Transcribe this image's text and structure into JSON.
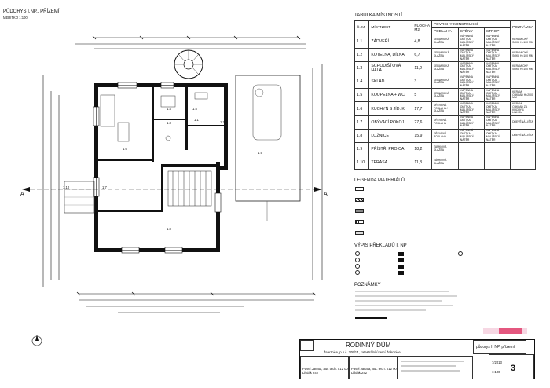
{
  "plan": {
    "title": "PŮDORYS I.NP., PŘÍZEMÍ",
    "scale": "MĚŘÍTKO 1:100",
    "rooms": [
      {
        "id": "1.1",
        "area": ""
      },
      {
        "id": "1.2",
        "area": ""
      },
      {
        "id": "1.3",
        "area": ""
      },
      {
        "id": "1.4",
        "area": ""
      },
      {
        "id": "1.5",
        "area": ""
      },
      {
        "id": "1.6",
        "area": ""
      },
      {
        "id": "1.7",
        "area": ""
      },
      {
        "id": "1.8",
        "area": ""
      },
      {
        "id": "1.9",
        "area": ""
      },
      {
        "id": "1.10",
        "area": ""
      }
    ],
    "section_mark": "A"
  },
  "room_table": {
    "title": "TABULKA MÍSTNOSTÍ",
    "headers": {
      "num": "Č. M.",
      "name": "MÍSTNOST",
      "area": "PLOCHA M2",
      "surfaces": "POVRCHY KONSTRUKCÍ",
      "floor": "PODLAHA",
      "walls": "STĚNY",
      "ceiling": "STROP",
      "note": "POZNÁMKA"
    },
    "rows": [
      {
        "num": "1.1",
        "name": "ZÁDVEŘÍ",
        "area": "4,8",
        "floor": "KERAMICKÁ DLAŽBA",
        "walls": "VÁPENNÁ OMÍTKA MALÍŘSKÝ NÁTĚR",
        "ceiling": "VÁPENNÁ OMÍTKA MALÍŘSKÝ NÁTĚR",
        "note": "KERAMICKÝ SOKL H=100 MM"
      },
      {
        "num": "1.2",
        "name": "KOTELNA, DÍLNA",
        "area": "6,7",
        "floor": "KERAMICKÁ DLAŽBA",
        "walls": "VÁPENNÁ OMÍTKA MALÍŘSKÝ NÁTĚR",
        "ceiling": "VÁPENNÁ OMÍTKA MALÍŘSKÝ NÁTĚR",
        "note": "KERAMICKÝ SOKL H=100 MM"
      },
      {
        "num": "1.3",
        "name": "SCHODIŠŤOVÁ HALA",
        "area": "11,2",
        "floor": "KERAMICKÁ DLAŽBA",
        "walls": "VÁPENNÁ OMÍTKA MALÍŘSKÝ NÁTĚR",
        "ceiling": "VÁPENNÁ OMÍTKA MALÍŘSKÝ NÁTĚR",
        "note": "KERAMICKÝ SOKL H=100 MM"
      },
      {
        "num": "1.4",
        "name": "SKLAD",
        "area": "3",
        "floor": "KERAMICKÁ DLAŽBA",
        "walls": "VÁPENNÁ OMÍTKA MALÍŘSKÝ NÁTĚR",
        "ceiling": "VÁPENNÁ OMÍTKA MALÍŘSKÝ NÁTĚR",
        "note": ""
      },
      {
        "num": "1.5",
        "name": "KOUPELNA + WC",
        "area": "5",
        "floor": "KERAMICKÁ DLAŽBA",
        "walls": "VÁPENNÁ OMÍTKA MALÍŘSKÝ NÁTĚR",
        "ceiling": "VÁPENNÁ OMÍTKA MALÍŘSKÝ NÁTĚR",
        "note": "KERAM. OBKLAD H=2000 MM"
      },
      {
        "num": "1.6",
        "name": "KUCHYŇ S JÍD. K.",
        "area": "17,7",
        "floor": "DŘEVĚNÁ PODLAHA / DLAŽBA",
        "walls": "VÁPENNÁ OMÍTKA MALÍŘSKÝ NÁTĚR",
        "ceiling": "VÁPENNÁ OMÍTKA MALÍŘSKÝ NÁTĚR",
        "note": "KERAM. OBKLAD ZA KUCHYŇ. LINKOU"
      },
      {
        "num": "1.7",
        "name": "OBÝVACÍ POKOJ",
        "area": "27,6",
        "floor": "DŘEVĚNÁ PODLAHA",
        "walls": "VÁPENNÁ OMÍTKA MALÍŘSKÝ NÁTĚR",
        "ceiling": "VÁPENNÁ OMÍTKA MALÍŘSKÝ NÁTĚR",
        "note": "DŘEVĚNÁ LIŠTA"
      },
      {
        "num": "1.8",
        "name": "LOŽNICE",
        "area": "15,9",
        "floor": "DŘEVĚNÁ PODLAHA",
        "walls": "VÁPENNÁ OMÍTKA MALÍŘSKÝ NÁTĚR",
        "ceiling": "VÁPENNÁ OMÍTKA MALÍŘSKÝ NÁTĚR",
        "note": "DŘEVĚNÁ LIŠTA"
      },
      {
        "num": "1.9",
        "name": "PŘÍSTŘ. PRO OA",
        "area": "18,2",
        "floor": "ZÁMKOVÁ DLAŽBA",
        "walls": "",
        "ceiling": "",
        "note": ""
      },
      {
        "num": "1.10",
        "name": "TERASA",
        "area": "11,3",
        "floor": "ZÁMKOVÁ DLAŽBA",
        "walls": "",
        "ceiling": "",
        "note": ""
      }
    ]
  },
  "legend": {
    "title": "LEGENDA MATERIÁLŮ",
    "items": [
      "",
      "",
      "",
      "",
      ""
    ]
  },
  "lintels": {
    "title": "VÝPIS PŘEKLADŮ I. NP",
    "items": [
      "",
      "",
      "",
      "",
      ""
    ]
  },
  "notes": {
    "title": "POZNÁMKY"
  },
  "title_block": {
    "project": "RODINNÝ DŮM",
    "location": "Železnice, p.p.č. 209/14, katastrální území Železnice",
    "drawing": "půdorys I. NP, přízemí",
    "sheet": "3",
    "author_a": "Pavel Janata, aut. tech. 012 00 Lištiák 242",
    "author_b": "Pavel Janata, aut. tech. 012 00 Lištiák 242",
    "scale": "1:100",
    "date": "7/2013"
  }
}
